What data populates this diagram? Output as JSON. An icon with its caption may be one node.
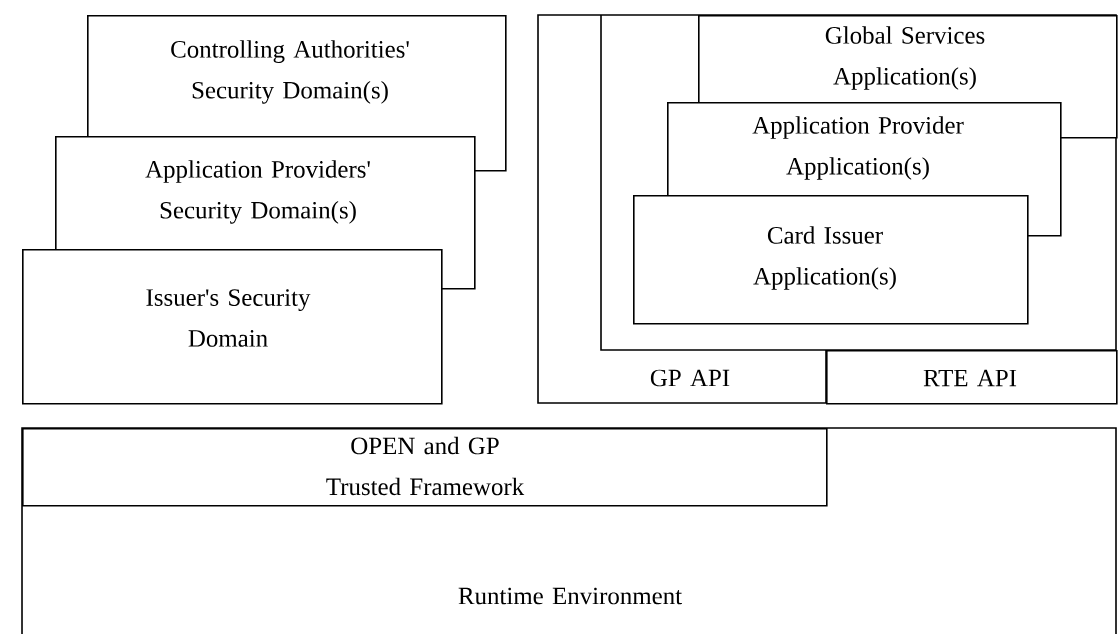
{
  "diagram": {
    "nodes": [
      {
        "text": [
          "Controlling Authorities' Security Domain(s)"
        ]
      },
      {
        "text": [
          "Application Providers' Security Domain(s)"
        ]
      },
      {
        "text": [
          "Issuer's Security Domain"
        ]
      },
      {
        "text": [],
        "shape": "box"
      },
      {
        "text": [
          "Global Services Application(s)"
        ],
        "in": 3
      },
      {
        "text": [
          "Application Provider Application(s)"
        ],
        "in": 3
      },
      {
        "text": [
          "Card Issuer Application(s)"
        ],
        "in": 3
      },
      {
        "text": [
          "GP API"
        ],
        "in": 3
      },
      {
        "text": [
          "RTE API"
        ],
        "in": 3
      },
      {
        "text": [
          "Runtime Environment"
        ]
      },
      {
        "text": [
          "OPEN and GP Trusted Framework"
        ],
        "in": 9
      }
    ],
    "edges": []
  }
}
